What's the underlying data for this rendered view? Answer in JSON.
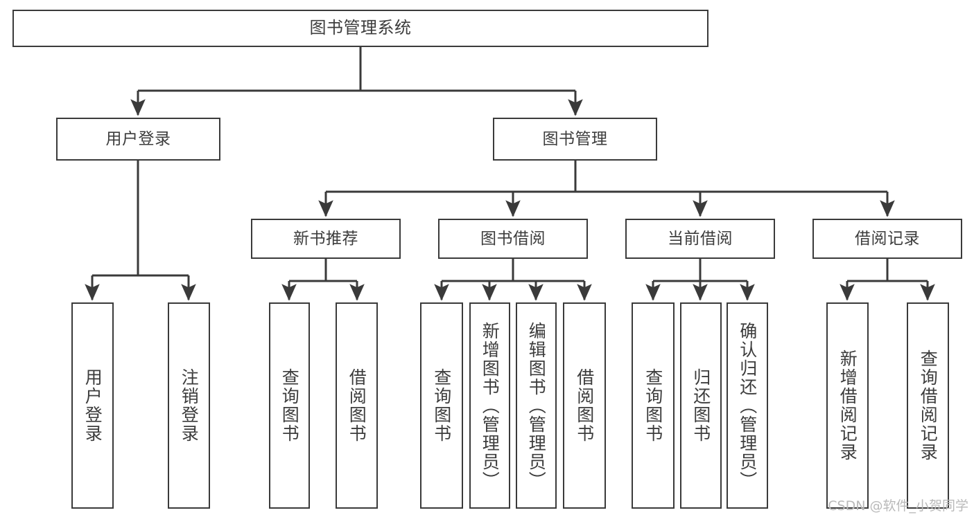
{
  "diagram": {
    "title": "图书管理系统",
    "watermark": "CSDN @软件_小贺同学",
    "colors": {
      "stroke": "#3a3a3a",
      "text": "#3c3c3c",
      "background": "#ffffff",
      "watermark": "#b9b9b9"
    },
    "nodes": {
      "root": {
        "label": "图书管理系统"
      },
      "level2": [
        {
          "label": "用户登录"
        },
        {
          "label": "图书管理"
        }
      ],
      "level3": [
        {
          "label": "新书推荐"
        },
        {
          "label": "图书借阅"
        },
        {
          "label": "当前借阅"
        },
        {
          "label": "借阅记录"
        }
      ],
      "login_leaves": [
        {
          "label": "用户登录"
        },
        {
          "label": "注销登录"
        }
      ],
      "newbook_leaves": [
        {
          "label": "查询图书"
        },
        {
          "label": "借阅图书"
        }
      ],
      "borrow_leaves": [
        {
          "label": "查询图书"
        },
        {
          "label": "新增图书（管理员）"
        },
        {
          "label": "编辑图书（管理员）"
        },
        {
          "label": "借阅图书"
        }
      ],
      "current_leaves": [
        {
          "label": "查询图书"
        },
        {
          "label": "归还图书"
        },
        {
          "label": "确认归还（管理员）"
        }
      ],
      "record_leaves": [
        {
          "label": "新增借阅记录"
        },
        {
          "label": "查询借阅记录"
        }
      ]
    }
  }
}
